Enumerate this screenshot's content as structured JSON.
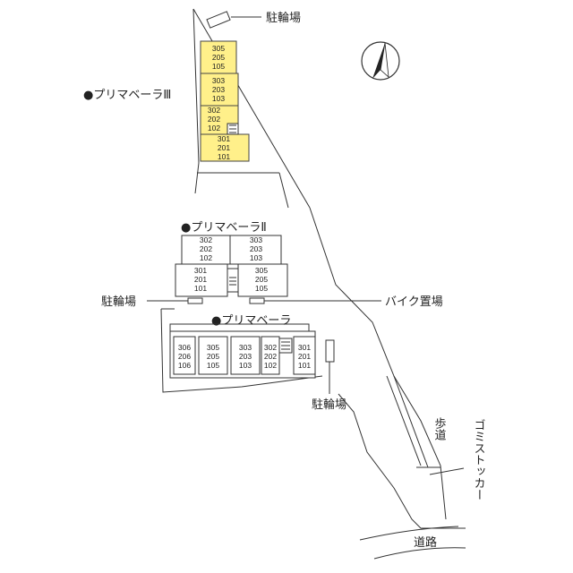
{
  "map": {
    "north_icon": "north-arrow-icon",
    "road_label": "道路",
    "sidewalk_label": "歩道",
    "garbage_label": "ゴミストッカー",
    "bike_parking_label": "駐輪場",
    "motorbike_parking_label": "バイク置場",
    "highlight_color": "#fff08a"
  },
  "buildings": {
    "b3": {
      "name": "●プリマベーラⅢ",
      "stacks": [
        {
          "units": [
            "305",
            "205",
            "105"
          ]
        },
        {
          "units": [
            "303",
            "203",
            "103"
          ]
        },
        {
          "units": [
            "302",
            "202",
            "102"
          ]
        },
        {
          "units": [
            "301",
            "201",
            "101"
          ]
        }
      ]
    },
    "b2": {
      "name": "●プリマベーラⅡ",
      "stacks": [
        {
          "units": [
            "302",
            "202",
            "102"
          ]
        },
        {
          "units": [
            "303",
            "203",
            "103"
          ]
        },
        {
          "units": [
            "301",
            "201",
            "101"
          ]
        },
        {
          "units": [
            "305",
            "205",
            "105"
          ]
        }
      ]
    },
    "b1": {
      "name": "●プリマベーラ",
      "stacks": [
        {
          "units": [
            "306",
            "206",
            "106"
          ]
        },
        {
          "units": [
            "305",
            "205",
            "105"
          ]
        },
        {
          "units": [
            "303",
            "203",
            "103"
          ]
        },
        {
          "units": [
            "302",
            "202",
            "102"
          ]
        },
        {
          "units": [
            "301",
            "201",
            "101"
          ]
        }
      ]
    }
  }
}
